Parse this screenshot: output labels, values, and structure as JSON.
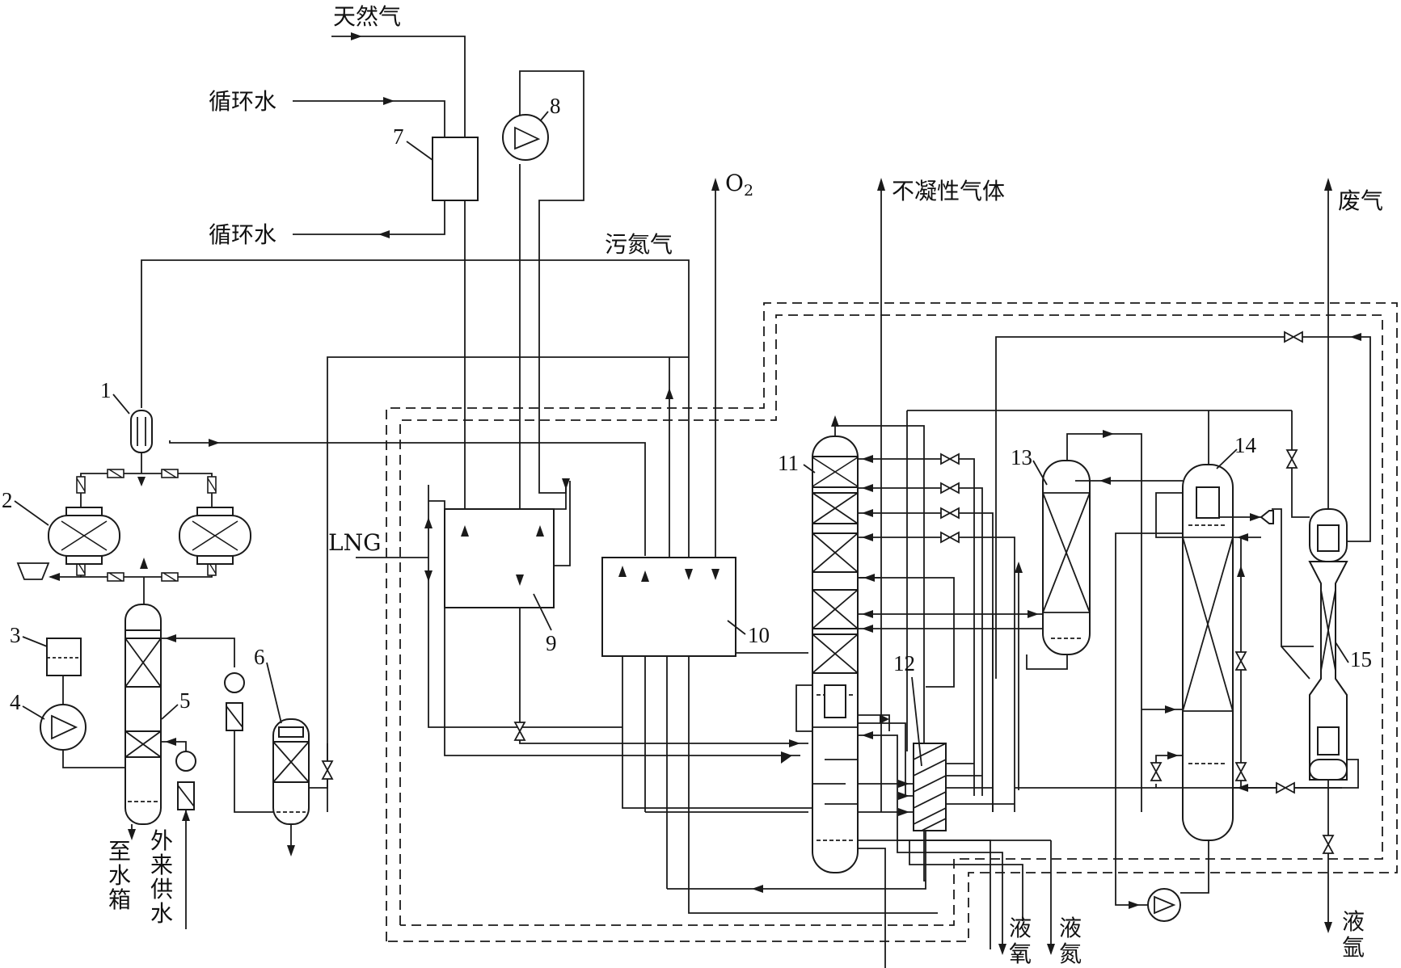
{
  "labels": {
    "natural_gas": "天然气",
    "cooling_water_in": "循环水",
    "cooling_water_out": "循环水",
    "o2": "O",
    "o2_sub": "2",
    "dirty_nitrogen": "污氮气",
    "noncondensable_gas": "不凝性气体",
    "waste_gas": "废气",
    "lng": "LNG",
    "liquid_oxygen": [
      "液",
      "氧"
    ],
    "liquid_nitrogen": [
      "液",
      "氮"
    ],
    "liquid_argon": [
      "液",
      "氩"
    ],
    "to_water_tank": [
      "至",
      "水",
      "箱"
    ],
    "external_water": [
      "外",
      "来",
      "供",
      "水"
    ]
  },
  "equipment_numbers": [
    "1",
    "2",
    "3",
    "4",
    "5",
    "6",
    "7",
    "8",
    "9",
    "10",
    "11",
    "12",
    "13",
    "14",
    "15"
  ]
}
